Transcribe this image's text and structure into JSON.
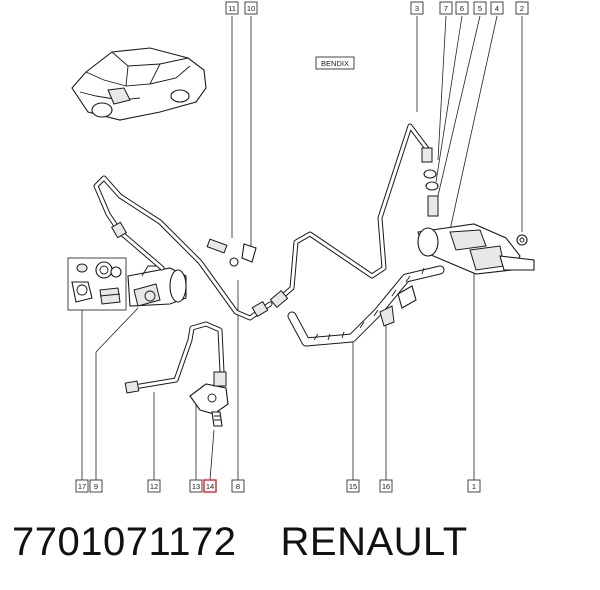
{
  "diagram": {
    "brand_tag": "BENDIX",
    "callouts_top": [
      "11",
      "10",
      "3",
      "7",
      "6",
      "5",
      "4",
      "2"
    ],
    "callouts_bottom": [
      "17",
      "9",
      "12",
      "13",
      "14",
      "8",
      "15",
      "16",
      "1"
    ],
    "highlighted_callout": "14"
  },
  "footer": {
    "part_number": "7701071172",
    "brand": "RENAULT"
  }
}
